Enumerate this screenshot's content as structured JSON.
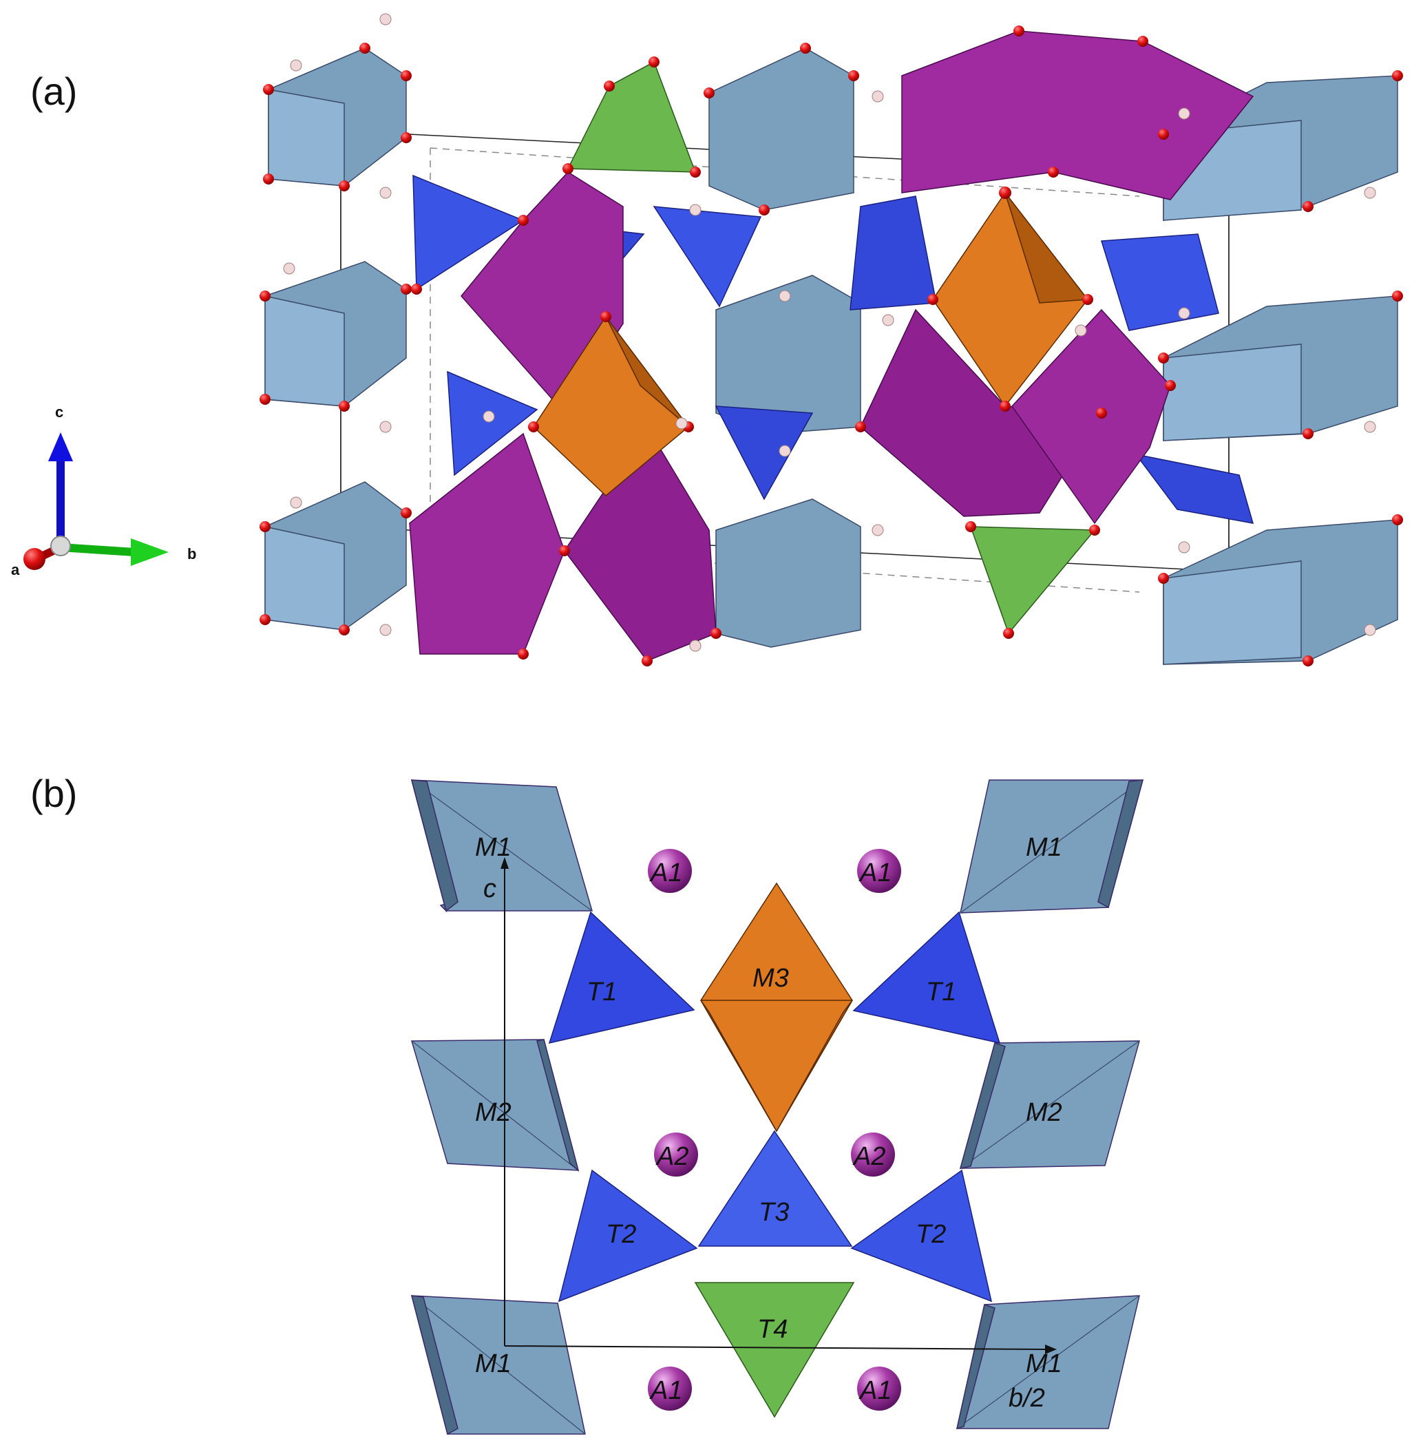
{
  "panels": {
    "a": {
      "label": "(a)"
    },
    "b": {
      "label": "(b)"
    }
  },
  "axes_a": {
    "a": "a",
    "b": "b",
    "c": "c"
  },
  "axes_b": {
    "c": "c",
    "b": "b/2"
  },
  "sites": {
    "M1": "M1",
    "M2": "M2",
    "M3": "M3",
    "T1": "T1",
    "T2": "T2",
    "T3": "T3",
    "T4": "T4",
    "A1": "A1",
    "A2": "A2"
  },
  "colors": {
    "M1_M2_octahedra": "#7ba0bd",
    "M3_octahedron": "#e07a20",
    "T1_T2_T3_tetrahedra": "#3548e0",
    "T4_tetrahedron": "#6ab84e",
    "A_sites": "#9c2f9c",
    "oxygen": "#e01010",
    "hydrogen": "#f0d8d8"
  }
}
